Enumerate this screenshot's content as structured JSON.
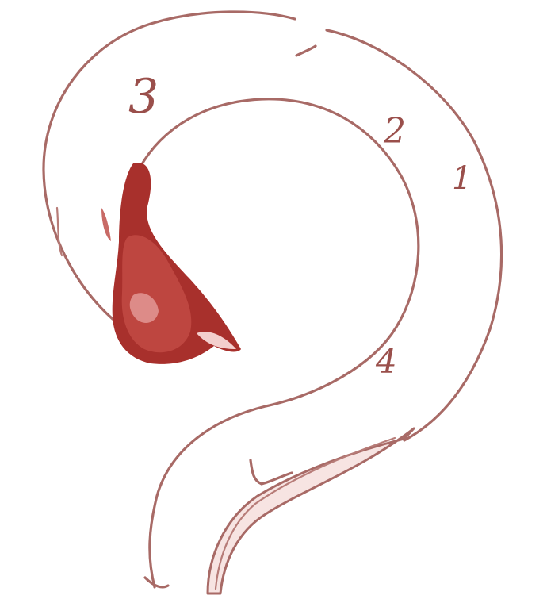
{
  "figure": {
    "labels": {
      "one": "1",
      "two": "2",
      "three": "3",
      "four": "4"
    },
    "colors": {
      "background": "#ffffff",
      "outline": "#a86a66",
      "mass_dark": "#a8302c",
      "mass_mid": "#c24a44",
      "mass_light": "#e7a3a0",
      "stem_fill": "#f7e4e2",
      "label": "#9a4f4b"
    }
  }
}
